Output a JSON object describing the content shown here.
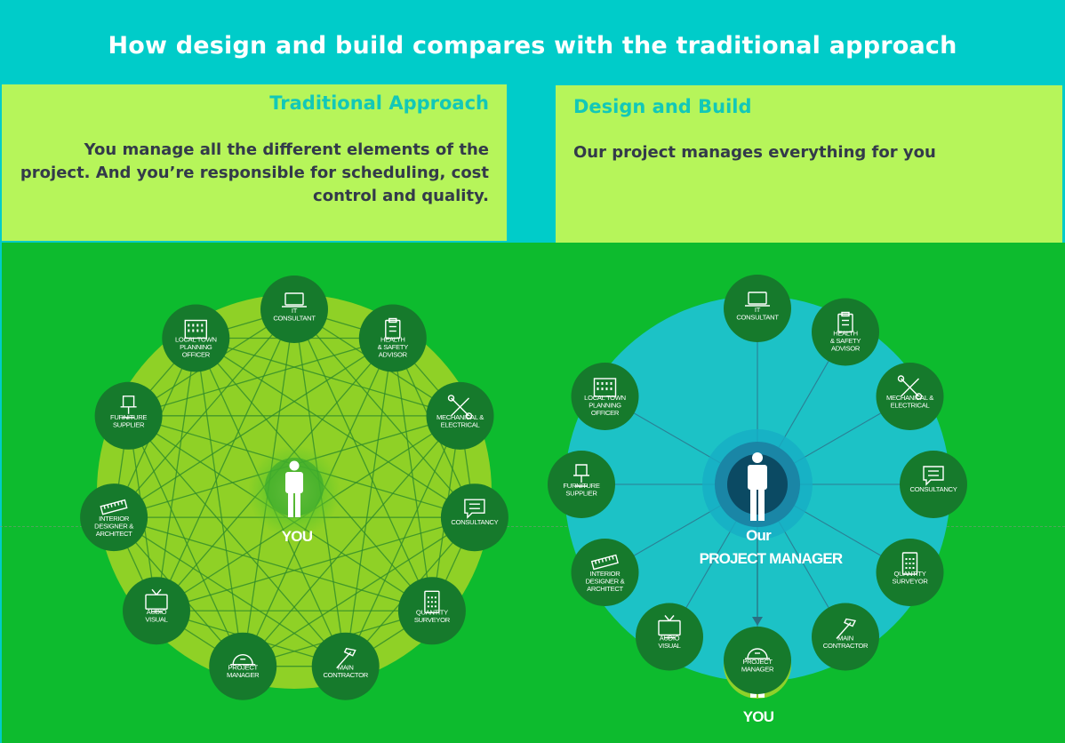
{
  "title": "How design and build compares with the traditional approach",
  "traditional": {
    "heading": "Traditional Approach",
    "body": "You manage all the different elements of the project. And you’re responsible for scheduling, cost control and quality.",
    "center_label": "YOU",
    "nodes": [
      {
        "id": "it",
        "lines": [
          "IT",
          "CONSULTANT"
        ],
        "icon": "laptop-icon"
      },
      {
        "id": "hs",
        "lines": [
          "HEALTH",
          "& SAFETY",
          "ADVISOR"
        ],
        "icon": "clipboard-icon"
      },
      {
        "id": "me",
        "lines": [
          "MECHANICAL &",
          "ELECTRICAL"
        ],
        "icon": "tools-icon"
      },
      {
        "id": "con",
        "lines": [
          "CONSULTANCY"
        ],
        "icon": "speech-bubble-icon"
      },
      {
        "id": "qs",
        "lines": [
          "QUANTITY",
          "SURVEYOR"
        ],
        "icon": "calculator-icon"
      },
      {
        "id": "mc",
        "lines": [
          "MAIN",
          "CONTRACTOR"
        ],
        "icon": "hammer-icon"
      },
      {
        "id": "pm",
        "lines": [
          "PROJECT",
          "MANAGER"
        ],
        "icon": "hard-hat-icon"
      },
      {
        "id": "av",
        "lines": [
          "AUDIO",
          "VISUAL"
        ],
        "icon": "tv-icon"
      },
      {
        "id": "ida",
        "lines": [
          "INTERIOR",
          "DESIGNER &",
          "ARCHITECT"
        ],
        "icon": "ruler-icon"
      },
      {
        "id": "fs",
        "lines": [
          "FURNITURE",
          "SUPPLIER"
        ],
        "icon": "chair-icon"
      },
      {
        "id": "ltp",
        "lines": [
          "LOCAL TOWN",
          "PLANNING",
          "OFFICER"
        ],
        "icon": "building-icon"
      }
    ]
  },
  "design_build": {
    "heading": "Design and Build",
    "body": "Our project manages everything for you",
    "center_label_line1": "Our",
    "center_label_line2": "PROJECT MANAGER",
    "you_label": "YOU",
    "nodes": [
      {
        "id": "it",
        "lines": [
          "IT",
          "CONSULTANT"
        ],
        "icon": "laptop-icon"
      },
      {
        "id": "hs",
        "lines": [
          "HEALTH",
          "& SAFETY",
          "ADVISOR"
        ],
        "icon": "clipboard-icon"
      },
      {
        "id": "me",
        "lines": [
          "MECHANICAL &",
          "ELECTRICAL"
        ],
        "icon": "tools-icon"
      },
      {
        "id": "con",
        "lines": [
          "CONSULTANCY"
        ],
        "icon": "speech-bubble-icon"
      },
      {
        "id": "qs",
        "lines": [
          "QUANTITY",
          "SURVEYOR"
        ],
        "icon": "calculator-icon"
      },
      {
        "id": "mc",
        "lines": [
          "MAIN",
          "CONTRACTOR"
        ],
        "icon": "hammer-icon"
      },
      {
        "id": "pm",
        "lines": [
          "PROJECT",
          "MANAGER"
        ],
        "icon": "hard-hat-icon"
      },
      {
        "id": "av",
        "lines": [
          "AUDIO",
          "VISUAL"
        ],
        "icon": "tv-icon"
      },
      {
        "id": "ida",
        "lines": [
          "INTERIOR",
          "DESIGNER &",
          "ARCHITECT"
        ],
        "icon": "ruler-icon"
      },
      {
        "id": "fs",
        "lines": [
          "FURNITURE",
          "SUPPLIER"
        ],
        "icon": "chair-icon"
      },
      {
        "id": "ltp",
        "lines": [
          "LOCAL TOWN",
          "PLANNING",
          "OFFICER"
        ],
        "icon": "building-icon"
      }
    ]
  },
  "colors": {
    "header_bg": "#00ccc9",
    "panel_bg": "#b6f55a",
    "heading": "#12c8b8",
    "body_text": "#333a4a",
    "green_bg": "#0dbb2e",
    "node_fill": "#167a2c",
    "left_disc": "#8fd126",
    "right_disc": "#1cc2c6",
    "center_dark": "#0b4a63",
    "you_disc": "#8ed12a"
  }
}
